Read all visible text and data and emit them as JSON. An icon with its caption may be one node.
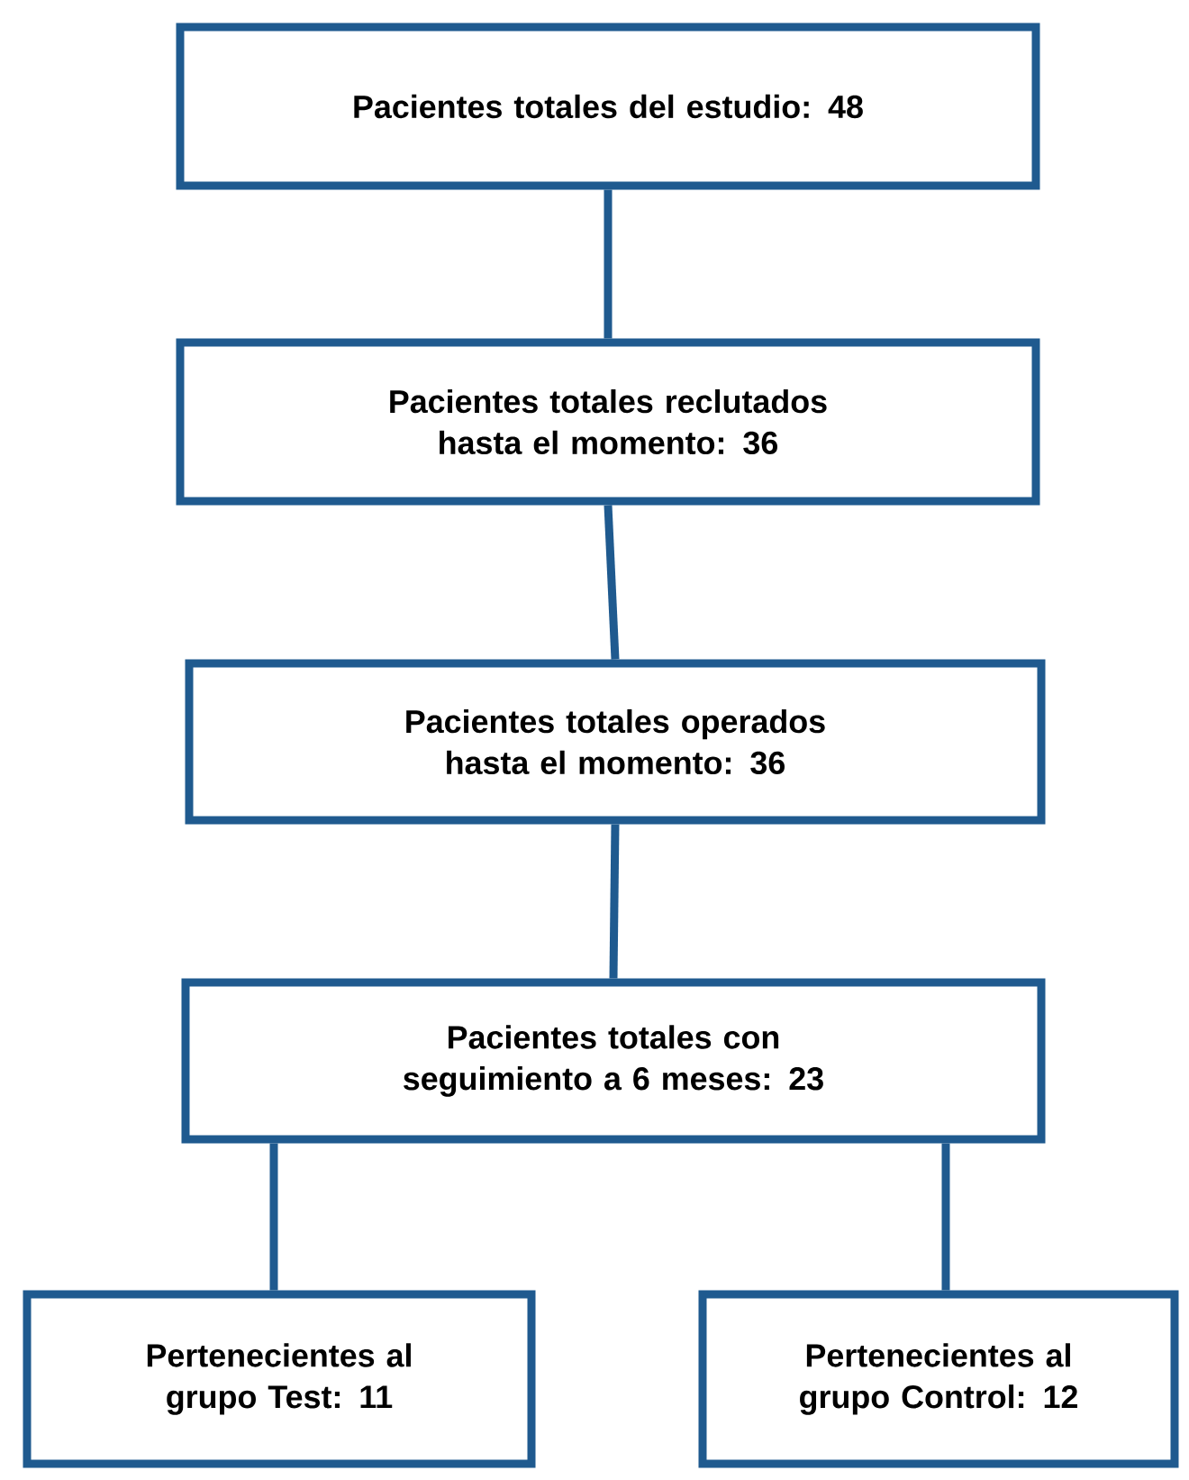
{
  "diagram": {
    "nodes": [
      {
        "text": [
          "Pacientes totales del estudio: 48"
        ]
      },
      {
        "text": [
          "Pacientes totales reclutados hasta el momento: 36"
        ]
      },
      {
        "text": [
          "Pacientes totales operados hasta el momento: 36"
        ]
      },
      {
        "text": [
          "Pacientes totales con seguimiento a 6 meses: 23"
        ]
      },
      {
        "text": [
          "Pertenecientes al grupo Test: 11"
        ]
      },
      {
        "text": [
          "Pertenecientes al grupo Control: 12"
        ]
      }
    ],
    "edges": [
      {
        "from": 0,
        "to": 1,
        "arrow": "none"
      },
      {
        "from": 1,
        "to": 2,
        "arrow": "none"
      },
      {
        "from": 2,
        "to": 3,
        "arrow": "none"
      },
      {
        "from": 3,
        "to": 4,
        "arrow": "none"
      },
      {
        "from": 3,
        "to": 5,
        "arrow": "none"
      }
    ]
  }
}
